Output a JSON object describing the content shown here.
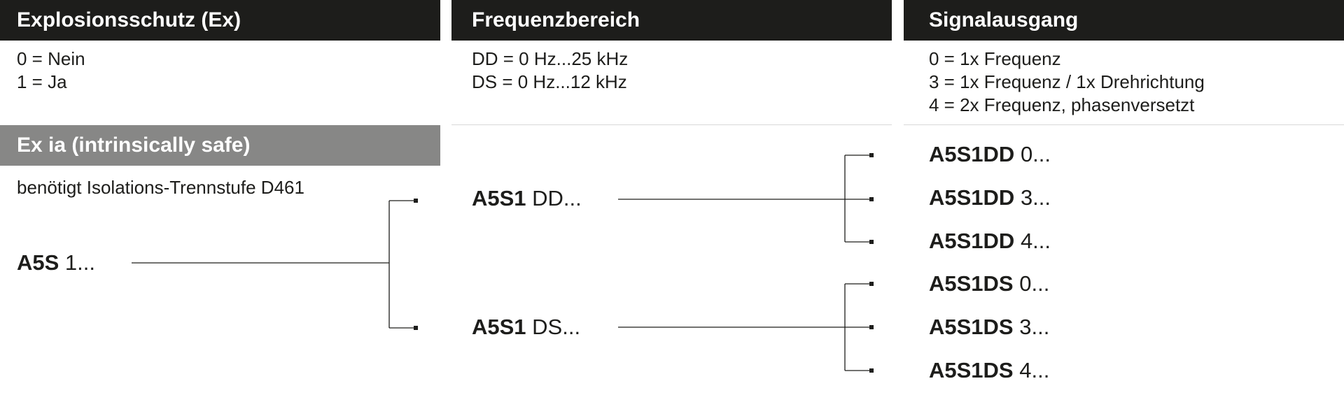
{
  "colors": {
    "header_bg": "#1d1d1b",
    "subheader_bg": "#878786",
    "text": "#1d1d1b",
    "line": "#1d1d1b"
  },
  "col1": {
    "header": "Explosionsschutz (Ex)",
    "options": [
      "0 = Nein",
      "1 = Ja"
    ],
    "subheader": "Ex ia (intrinsically safe)",
    "note": "benötigt Isolations-Trennstufe D461",
    "code": {
      "bold": "A5S",
      "rest": " 1..."
    }
  },
  "col2": {
    "header": "Frequenzbereich",
    "options": [
      "DD = 0 Hz...25 kHz",
      "DS  = 0 Hz...12 kHz"
    ],
    "codes": [
      {
        "bold": "A5S1",
        "rest": " DD..."
      },
      {
        "bold": "A5S1",
        "rest": " DS..."
      }
    ]
  },
  "col3": {
    "header": "Signalausgang",
    "options": [
      "0 = 1x Frequenz",
      "3 = 1x Frequenz / 1x Drehrichtung",
      "4 = 2x Frequenz, phasenversetzt"
    ],
    "codes": [
      {
        "bold": "A5S1DD",
        "rest": " 0..."
      },
      {
        "bold": "A5S1DD",
        "rest": " 3..."
      },
      {
        "bold": "A5S1DD",
        "rest": " 4..."
      },
      {
        "bold": "A5S1DS",
        "rest": " 0..."
      },
      {
        "bold": "A5S1DS",
        "rest": " 3..."
      },
      {
        "bold": "A5S1DS",
        "rest": " 4..."
      }
    ]
  }
}
